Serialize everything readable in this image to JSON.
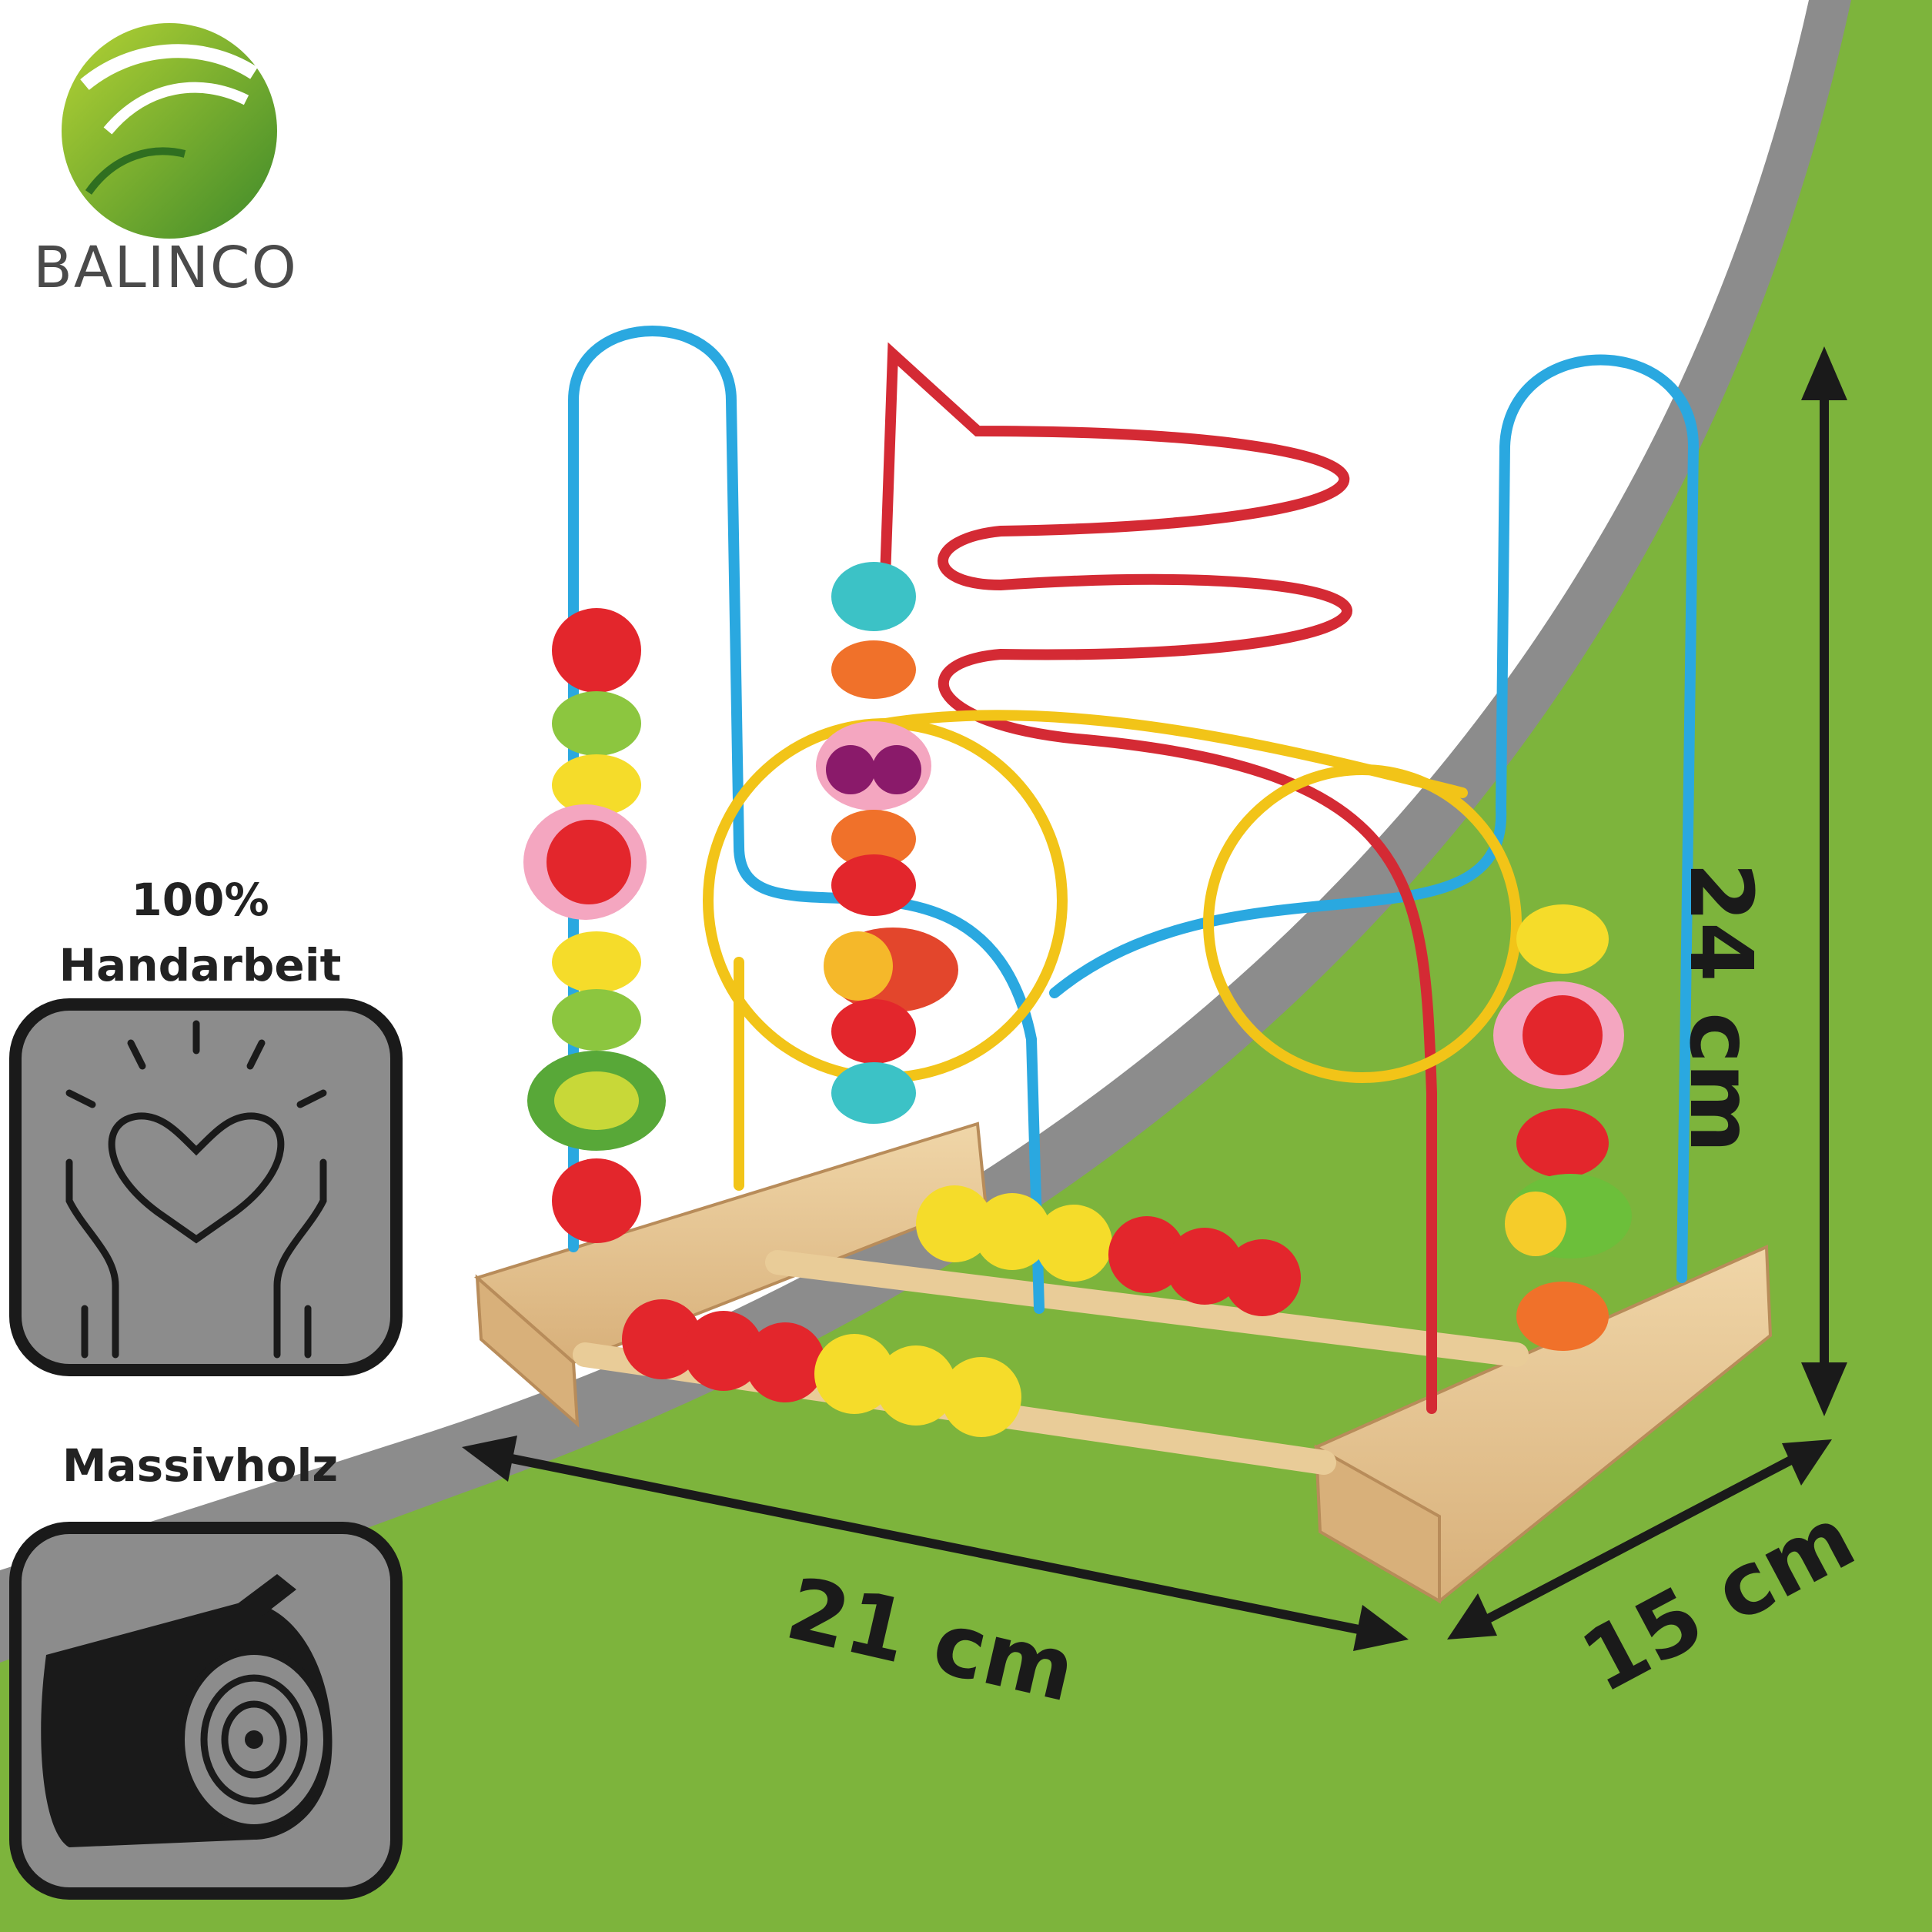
{
  "brand": {
    "name": "BALINCO",
    "logo_icon": "balinco-leaf-logo-icon"
  },
  "features": [
    {
      "line1": "100%",
      "line2": "Handarbeit",
      "icon": "hands-heart-icon"
    },
    {
      "line1": "Massivholz",
      "icon": "wood-log-icon"
    }
  ],
  "dimensions": {
    "height": "24 cm",
    "width": "21 cm",
    "depth": "15 cm"
  },
  "colors": {
    "green": "#7db43c",
    "gray": "#8c8c8c",
    "wire_blue": "#2aa8e0",
    "wire_red": "#d42a34",
    "wire_yellow": "#f2c418",
    "wood": "#e6c48e",
    "bead_red": "#e3262c",
    "bead_yellow": "#f5dc2a",
    "bead_green": "#8cc63f",
    "bead_orange": "#f0712a",
    "bead_teal": "#3cc2c6"
  }
}
